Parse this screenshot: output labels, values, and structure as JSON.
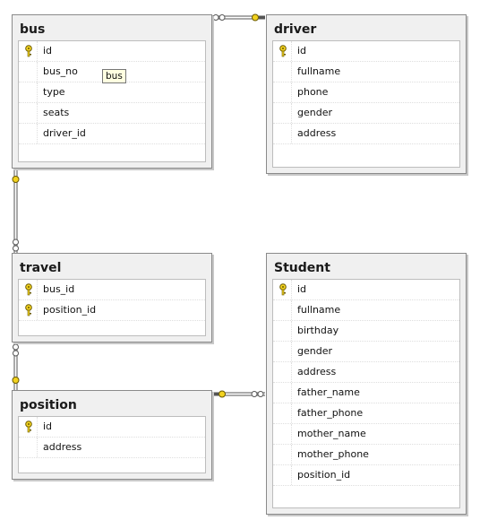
{
  "tables": [
    {
      "id": "bus",
      "title": "bus",
      "columns": [
        {
          "name": "id",
          "primary_key": true
        },
        {
          "name": "bus_no",
          "primary_key": false
        },
        {
          "name": "type",
          "primary_key": false
        },
        {
          "name": "seats",
          "primary_key": false
        },
        {
          "name": "driver_id",
          "primary_key": false
        }
      ]
    },
    {
      "id": "driver",
      "title": "driver",
      "columns": [
        {
          "name": "id",
          "primary_key": true
        },
        {
          "name": "fullname",
          "primary_key": false
        },
        {
          "name": "phone",
          "primary_key": false
        },
        {
          "name": "gender",
          "primary_key": false
        },
        {
          "name": "address",
          "primary_key": false
        }
      ]
    },
    {
      "id": "travel",
      "title": "travel",
      "columns": [
        {
          "name": "bus_id",
          "primary_key": true
        },
        {
          "name": "position_id",
          "primary_key": true
        }
      ]
    },
    {
      "id": "student",
      "title": "Student",
      "columns": [
        {
          "name": "id",
          "primary_key": true
        },
        {
          "name": "fullname",
          "primary_key": false
        },
        {
          "name": "birthday",
          "primary_key": false
        },
        {
          "name": "gender",
          "primary_key": false
        },
        {
          "name": "address",
          "primary_key": false
        },
        {
          "name": "father_name",
          "primary_key": false
        },
        {
          "name": "father_phone",
          "primary_key": false
        },
        {
          "name": "mother_name",
          "primary_key": false
        },
        {
          "name": "mother_phone",
          "primary_key": false
        },
        {
          "name": "position_id",
          "primary_key": false
        }
      ]
    },
    {
      "id": "position",
      "title": "position",
      "columns": [
        {
          "name": "id",
          "primary_key": true
        },
        {
          "name": "address",
          "primary_key": false
        }
      ]
    }
  ],
  "tooltip": {
    "text": "bus"
  },
  "relationships": [
    {
      "from": "bus",
      "to": "driver",
      "from_end": "many",
      "to_end": "one"
    },
    {
      "from": "bus",
      "to": "travel",
      "from_end": "one",
      "to_end": "many"
    },
    {
      "from": "travel",
      "to": "position",
      "from_end": "many",
      "to_end": "one"
    },
    {
      "from": "position",
      "to": "student",
      "from_end": "one",
      "to_end": "many"
    }
  ],
  "colors": {
    "key": "#f2d21f",
    "key_outline": "#6b5a00",
    "line": "#555555"
  }
}
